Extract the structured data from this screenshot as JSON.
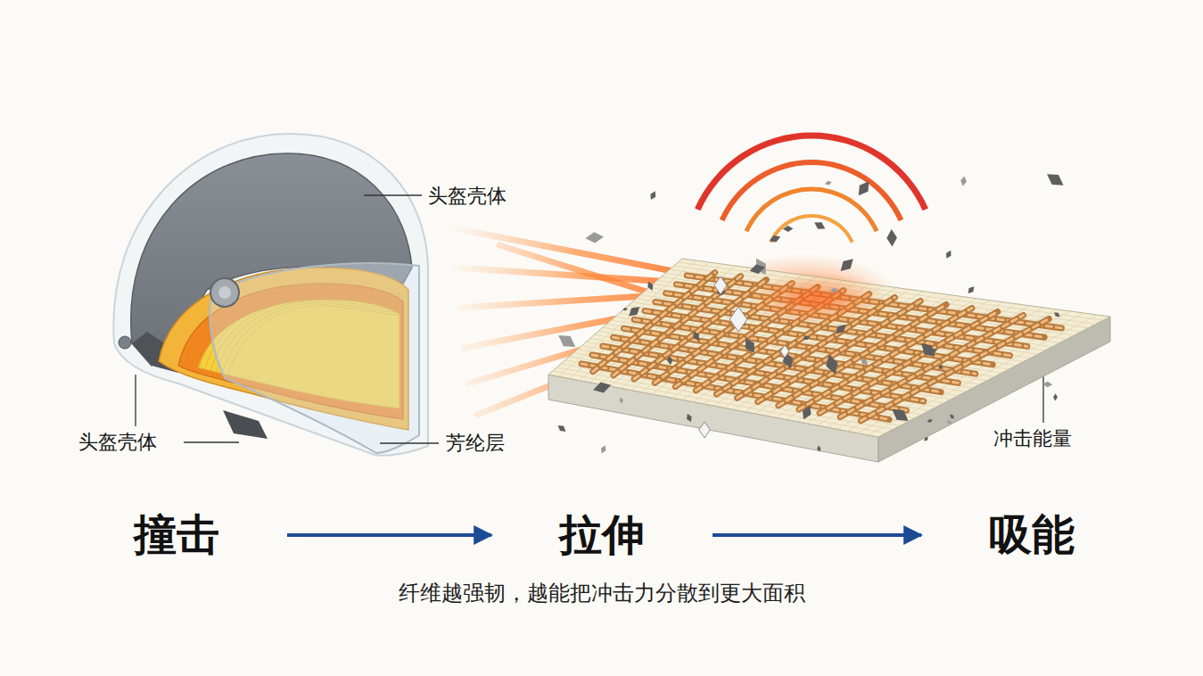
{
  "diagram": {
    "caption": "纤维越强韧，越能把冲击力分散到更大面积",
    "nodes": [
      {
        "text": [
          "撞击"
        ]
      },
      {
        "text": [
          "拉伸"
        ]
      },
      {
        "text": [
          "吸能"
        ]
      }
    ],
    "edges": [
      {
        "from": 0,
        "to": 1,
        "arrow": "to"
      },
      {
        "from": 1,
        "to": 2,
        "arrow": "to"
      }
    ],
    "labels": [
      "头盔壳体",
      "头盔壳体",
      "芳纶层",
      "冲击能量"
    ]
  }
}
